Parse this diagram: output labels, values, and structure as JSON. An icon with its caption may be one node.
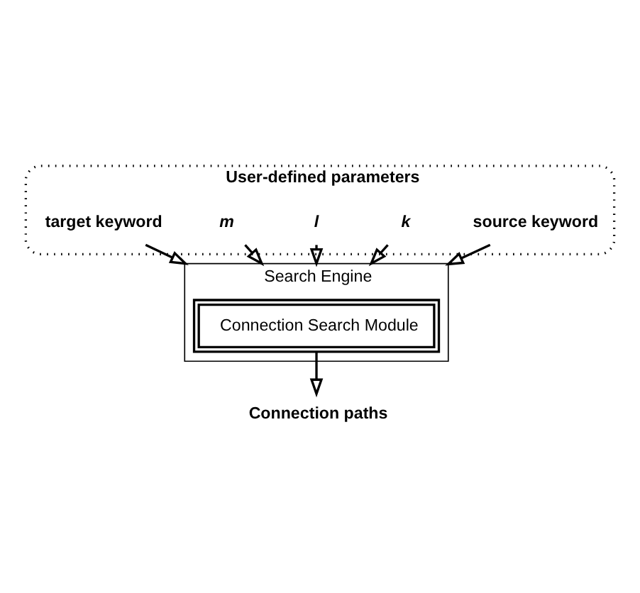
{
  "diagram": {
    "nodes": [
      {
        "text": [
          "User-defined parameters"
        ]
      },
      {
        "text": [
          "source keyword"
        ],
        "in": 0
      },
      {
        "text": [
          "k"
        ],
        "in": 0
      },
      {
        "text": [
          "l"
        ],
        "in": 0
      },
      {
        "text": [
          "m"
        ],
        "in": 0
      },
      {
        "text": [
          "target keyword"
        ],
        "in": 0
      },
      {
        "text": [
          "Search Engine"
        ]
      },
      {
        "text": [
          "Connection Search Module"
        ],
        "in": 6
      },
      {
        "text": [
          "Connection paths"
        ]
      }
    ],
    "edges": [
      {
        "from": 1,
        "to": 6,
        "arrow": "to"
      },
      {
        "from": 2,
        "to": 6,
        "arrow": "to"
      },
      {
        "from": 3,
        "to": 6,
        "arrow": "to"
      },
      {
        "from": 4,
        "to": 6,
        "arrow": "to"
      },
      {
        "from": 5,
        "to": 6,
        "arrow": "to"
      },
      {
        "from": 7,
        "to": 8,
        "arrow": "to"
      }
    ]
  }
}
